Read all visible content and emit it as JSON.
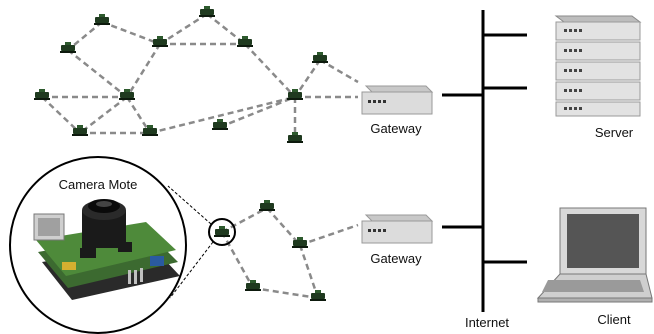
{
  "labels": {
    "camera_mote": "Camera Mote",
    "gateway_top": "Gateway",
    "gateway_bottom": "Gateway",
    "internet": "Internet",
    "server": "Server",
    "client": "Client"
  },
  "colors": {
    "mote": "#1f3a1f",
    "link": "#8a8a8a",
    "backbone": "#000000",
    "device_face": "#dcdcdc",
    "device_edge": "#9a9a9a"
  },
  "icons": {
    "sensor_node": "sensor-mote-icon",
    "gateway": "gateway-device-icon",
    "server": "server-rack-icon",
    "client": "laptop-icon",
    "camera_board": "camera-mote-board-icon"
  }
}
